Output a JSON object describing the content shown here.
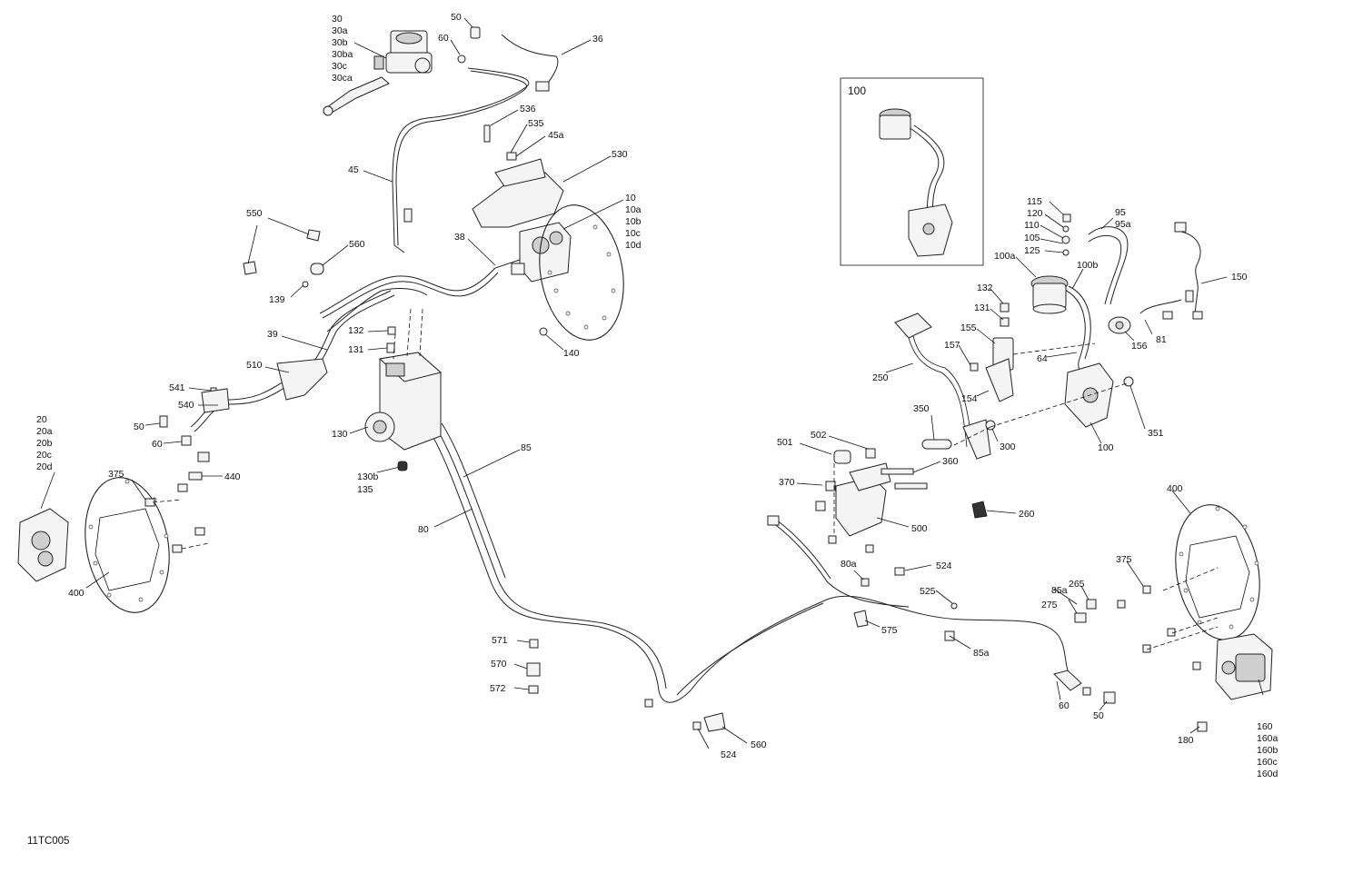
{
  "drawing_code": "11TC005",
  "inset_label": "100",
  "callouts": [
    {
      "id": "c30",
      "lines": [
        "30",
        "30a",
        "30b",
        "30ba",
        "30c",
        "30ca"
      ]
    },
    {
      "id": "c50a",
      "lines": [
        "50"
      ]
    },
    {
      "id": "c60a",
      "lines": [
        "60"
      ]
    },
    {
      "id": "c36",
      "lines": [
        "36"
      ]
    },
    {
      "id": "c536",
      "lines": [
        "536"
      ]
    },
    {
      "id": "c535",
      "lines": [
        "535"
      ]
    },
    {
      "id": "c45a",
      "lines": [
        "45a"
      ]
    },
    {
      "id": "c45",
      "lines": [
        "45"
      ]
    },
    {
      "id": "c530",
      "lines": [
        "530"
      ]
    },
    {
      "id": "c10",
      "lines": [
        "10",
        "10a",
        "10b",
        "10c",
        "10d"
      ]
    },
    {
      "id": "c550",
      "lines": [
        "550"
      ]
    },
    {
      "id": "c560a",
      "lines": [
        "560"
      ]
    },
    {
      "id": "c38",
      "lines": [
        "38"
      ]
    },
    {
      "id": "c139",
      "lines": [
        "139"
      ]
    },
    {
      "id": "c39",
      "lines": [
        "39"
      ]
    },
    {
      "id": "c132a",
      "lines": [
        "132"
      ]
    },
    {
      "id": "c131a",
      "lines": [
        "131"
      ]
    },
    {
      "id": "c140",
      "lines": [
        "140"
      ]
    },
    {
      "id": "c510",
      "lines": [
        "510"
      ]
    },
    {
      "id": "c541",
      "lines": [
        "541"
      ]
    },
    {
      "id": "c540",
      "lines": [
        "540"
      ]
    },
    {
      "id": "c50b",
      "lines": [
        "50"
      ]
    },
    {
      "id": "c60b",
      "lines": [
        "60"
      ]
    },
    {
      "id": "c20",
      "lines": [
        "20",
        "20a",
        "20b",
        "20c",
        "20d"
      ]
    },
    {
      "id": "c130",
      "lines": [
        "130"
      ]
    },
    {
      "id": "c85",
      "lines": [
        "85"
      ]
    },
    {
      "id": "c130b",
      "lines": [
        "130b",
        "135"
      ]
    },
    {
      "id": "c440",
      "lines": [
        "440"
      ]
    },
    {
      "id": "c375a",
      "lines": [
        "375"
      ]
    },
    {
      "id": "c80",
      "lines": [
        "80"
      ]
    },
    {
      "id": "c400a",
      "lines": [
        "400"
      ]
    },
    {
      "id": "c115",
      "lines": [
        "115"
      ]
    },
    {
      "id": "c120",
      "lines": [
        "120"
      ]
    },
    {
      "id": "c110",
      "lines": [
        "110"
      ]
    },
    {
      "id": "c105",
      "lines": [
        "105"
      ]
    },
    {
      "id": "c125",
      "lines": [
        "125"
      ]
    },
    {
      "id": "c95",
      "lines": [
        "95",
        "95a"
      ]
    },
    {
      "id": "c100a",
      "lines": [
        "100a"
      ]
    },
    {
      "id": "c100b",
      "lines": [
        "100b"
      ]
    },
    {
      "id": "c150",
      "lines": [
        "150"
      ]
    },
    {
      "id": "c132b",
      "lines": [
        "132"
      ]
    },
    {
      "id": "c131b",
      "lines": [
        "131"
      ]
    },
    {
      "id": "c155",
      "lines": [
        "155"
      ]
    },
    {
      "id": "c157",
      "lines": [
        "157"
      ]
    },
    {
      "id": "c156",
      "lines": [
        "156"
      ]
    },
    {
      "id": "c81",
      "lines": [
        "81"
      ]
    },
    {
      "id": "c64",
      "lines": [
        "64"
      ]
    },
    {
      "id": "c250",
      "lines": [
        "250"
      ]
    },
    {
      "id": "c154",
      "lines": [
        "154"
      ]
    },
    {
      "id": "c351",
      "lines": [
        "351"
      ]
    },
    {
      "id": "c350",
      "lines": [
        "350"
      ]
    },
    {
      "id": "c300",
      "lines": [
        "300"
      ]
    },
    {
      "id": "c100c",
      "lines": [
        "100"
      ]
    },
    {
      "id": "c501",
      "lines": [
        "501"
      ]
    },
    {
      "id": "c502",
      "lines": [
        "502"
      ]
    },
    {
      "id": "c360",
      "lines": [
        "360"
      ]
    },
    {
      "id": "c370",
      "lines": [
        "370"
      ]
    },
    {
      "id": "c500",
      "lines": [
        "500"
      ]
    },
    {
      "id": "c260",
      "lines": [
        "260"
      ]
    },
    {
      "id": "c400b",
      "lines": [
        "400"
      ]
    },
    {
      "id": "c80a",
      "lines": [
        "80a"
      ]
    },
    {
      "id": "c524a",
      "lines": [
        "524"
      ]
    },
    {
      "id": "c525",
      "lines": [
        "525"
      ]
    },
    {
      "id": "c575",
      "lines": [
        "575"
      ]
    },
    {
      "id": "c85a1",
      "lines": [
        "85a"
      ]
    },
    {
      "id": "c265",
      "lines": [
        "265"
      ]
    },
    {
      "id": "c275",
      "lines": [
        "275"
      ]
    },
    {
      "id": "c85a2",
      "lines": [
        "85a"
      ]
    },
    {
      "id": "c375b",
      "lines": [
        "375"
      ]
    },
    {
      "id": "c571",
      "lines": [
        "571"
      ]
    },
    {
      "id": "c570",
      "lines": [
        "570"
      ]
    },
    {
      "id": "c572",
      "lines": [
        "572"
      ]
    },
    {
      "id": "c60c",
      "lines": [
        "60"
      ]
    },
    {
      "id": "c50c",
      "lines": [
        "50"
      ]
    },
    {
      "id": "c560b",
      "lines": [
        "560"
      ]
    },
    {
      "id": "c524b",
      "lines": [
        "524"
      ]
    },
    {
      "id": "c180",
      "lines": [
        "180"
      ]
    },
    {
      "id": "c160",
      "lines": [
        "160",
        "160a",
        "160b",
        "160c",
        "160d"
      ]
    }
  ]
}
